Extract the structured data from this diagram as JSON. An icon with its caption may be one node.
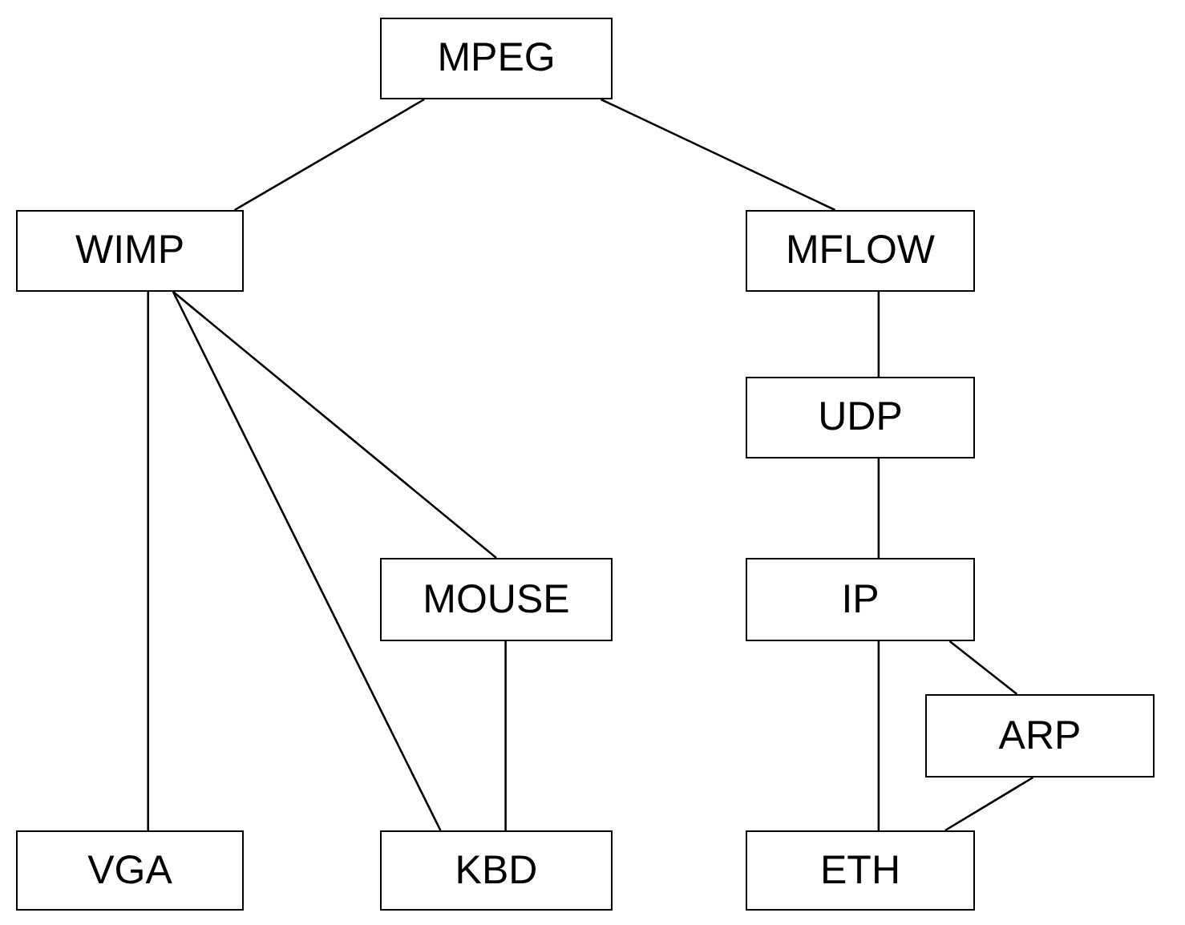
{
  "diagram": {
    "nodes": [
      {
        "text": [
          "MPEG"
        ]
      },
      {
        "text": [
          "WIMP"
        ]
      },
      {
        "text": [
          "MFLOW"
        ]
      },
      {
        "text": [
          "UDP"
        ]
      },
      {
        "text": [
          "MOUSE"
        ]
      },
      {
        "text": [
          "IP"
        ]
      },
      {
        "text": [
          "ARP"
        ]
      },
      {
        "text": [
          "VGA"
        ]
      },
      {
        "text": [
          "KBD"
        ]
      },
      {
        "text": [
          "ETH"
        ]
      }
    ],
    "edges": [
      {
        "from": 0,
        "to": 1,
        "arrow": "none"
      },
      {
        "from": 0,
        "to": 2,
        "arrow": "none"
      },
      {
        "from": 1,
        "to": 7,
        "arrow": "none"
      },
      {
        "from": 1,
        "to": 4,
        "arrow": "none"
      },
      {
        "from": 1,
        "to": 8,
        "arrow": "none"
      },
      {
        "from": 4,
        "to": 8,
        "arrow": "none"
      },
      {
        "from": 2,
        "to": 3,
        "arrow": "none"
      },
      {
        "from": 3,
        "to": 5,
        "arrow": "none"
      },
      {
        "from": 5,
        "to": 9,
        "arrow": "none"
      },
      {
        "from": 5,
        "to": 6,
        "arrow": "none"
      },
      {
        "from": 6,
        "to": 9,
        "arrow": "none"
      }
    ]
  }
}
